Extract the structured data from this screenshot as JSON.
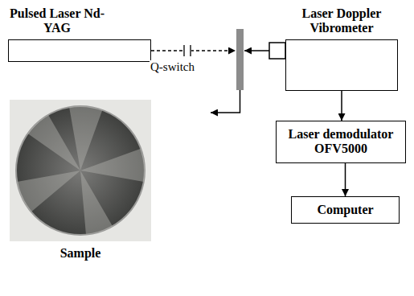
{
  "diagram": {
    "nodes": [
      {
        "text": [
          "Pulsed Laser Nd-YAG"
        ]
      },
      {
        "text": [
          "Laser Doppler Vibrometer"
        ]
      },
      {
        "text": [
          "Laser demodulator OFV5000"
        ]
      },
      {
        "text": [
          "Computer"
        ]
      },
      {
        "text": [
          "Sample"
        ]
      }
    ],
    "edges": [
      {
        "from": 1,
        "to": 2,
        "arrow": "to"
      },
      {
        "from": 2,
        "to": 3,
        "arrow": "to"
      }
    ],
    "labels": [
      "Q-switch"
    ]
  }
}
